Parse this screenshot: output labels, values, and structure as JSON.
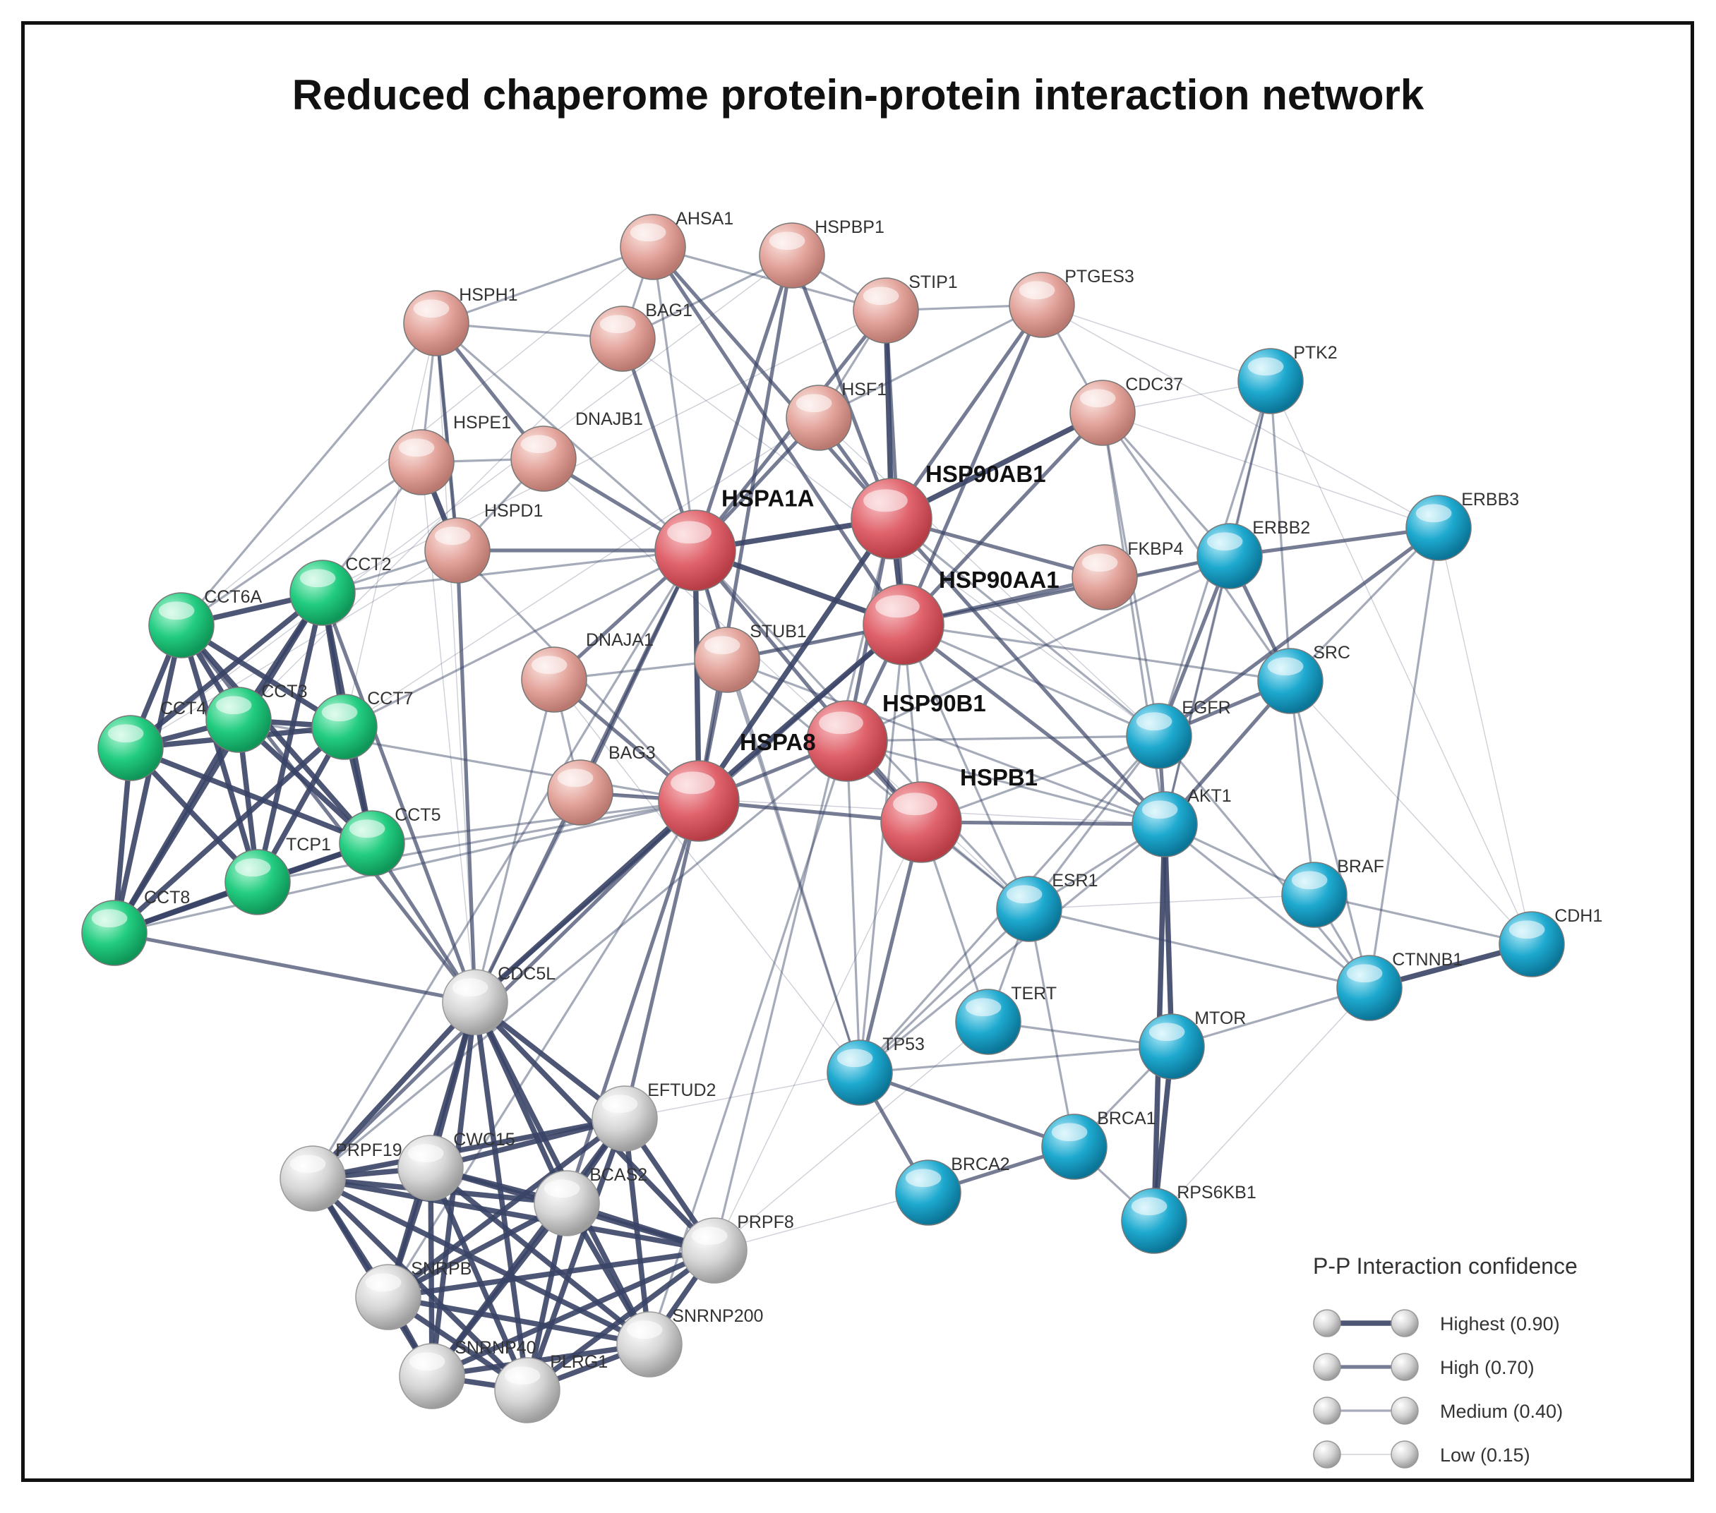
{
  "title": "Reduced chaperome protein-protein interaction network",
  "colors": {
    "pink": "#e3a49c",
    "red": "#e0636c",
    "green": "#22cc80",
    "cyan": "#1ea9cf",
    "grey": "#d6d6d6",
    "edge": "#3a4466"
  },
  "nodes": [
    {
      "id": "AHSA1",
      "group": "pink",
      "hub": false
    },
    {
      "id": "HSPBP1",
      "group": "pink",
      "hub": false
    },
    {
      "id": "STIP1",
      "group": "pink",
      "hub": false
    },
    {
      "id": "PTGES3",
      "group": "pink",
      "hub": false
    },
    {
      "id": "HSPH1",
      "group": "pink",
      "hub": false
    },
    {
      "id": "BAG1",
      "group": "pink",
      "hub": false
    },
    {
      "id": "HSF1",
      "group": "pink",
      "hub": false
    },
    {
      "id": "CDC37",
      "group": "pink",
      "hub": false
    },
    {
      "id": "HSPE1",
      "group": "pink",
      "hub": false
    },
    {
      "id": "DNAJB1",
      "group": "pink",
      "hub": false
    },
    {
      "id": "HSPD1",
      "group": "pink",
      "hub": false
    },
    {
      "id": "DNAJA1",
      "group": "pink",
      "hub": false
    },
    {
      "id": "STUB1",
      "group": "pink",
      "hub": false
    },
    {
      "id": "BAG3",
      "group": "pink",
      "hub": false
    },
    {
      "id": "FKBP4",
      "group": "pink",
      "hub": false
    },
    {
      "id": "HSPA1A",
      "group": "red",
      "hub": true
    },
    {
      "id": "HSP90AB1",
      "group": "red",
      "hub": true
    },
    {
      "id": "HSP90AA1",
      "group": "red",
      "hub": true
    },
    {
      "id": "HSP90B1",
      "group": "red",
      "hub": true
    },
    {
      "id": "HSPA8",
      "group": "red",
      "hub": true
    },
    {
      "id": "HSPB1",
      "group": "red",
      "hub": true
    },
    {
      "id": "CCT6A",
      "group": "green",
      "hub": false
    },
    {
      "id": "CCT2",
      "group": "green",
      "hub": false
    },
    {
      "id": "CCT3",
      "group": "green",
      "hub": false
    },
    {
      "id": "CCT7",
      "group": "green",
      "hub": false
    },
    {
      "id": "CCT4",
      "group": "green",
      "hub": false
    },
    {
      "id": "CCT5",
      "group": "green",
      "hub": false
    },
    {
      "id": "TCP1",
      "group": "green",
      "hub": false
    },
    {
      "id": "CCT8",
      "group": "green",
      "hub": false
    },
    {
      "id": "PTK2",
      "group": "cyan",
      "hub": false
    },
    {
      "id": "ERBB3",
      "group": "cyan",
      "hub": false
    },
    {
      "id": "ERBB2",
      "group": "cyan",
      "hub": false
    },
    {
      "id": "SRC",
      "group": "cyan",
      "hub": false
    },
    {
      "id": "EGFR",
      "group": "cyan",
      "hub": false
    },
    {
      "id": "AKT1",
      "group": "cyan",
      "hub": false
    },
    {
      "id": "ESR1",
      "group": "cyan",
      "hub": false
    },
    {
      "id": "BRAF",
      "group": "cyan",
      "hub": false
    },
    {
      "id": "CDH1",
      "group": "cyan",
      "hub": false
    },
    {
      "id": "CTNNB1",
      "group": "cyan",
      "hub": false
    },
    {
      "id": "TERT",
      "group": "cyan",
      "hub": false
    },
    {
      "id": "MTOR",
      "group": "cyan",
      "hub": false
    },
    {
      "id": "TP53",
      "group": "cyan",
      "hub": false
    },
    {
      "id": "BRCA1",
      "group": "cyan",
      "hub": false
    },
    {
      "id": "BRCA2",
      "group": "cyan",
      "hub": false
    },
    {
      "id": "RPS6KB1",
      "group": "cyan",
      "hub": false
    },
    {
      "id": "CDC5L",
      "group": "grey",
      "hub": false
    },
    {
      "id": "EFTUD2",
      "group": "grey",
      "hub": false
    },
    {
      "id": "PRPF19",
      "group": "grey",
      "hub": false
    },
    {
      "id": "CWC15",
      "group": "grey",
      "hub": false
    },
    {
      "id": "BCAS2",
      "group": "grey",
      "hub": false
    },
    {
      "id": "PRPF8",
      "group": "grey",
      "hub": false
    },
    {
      "id": "SNRPB",
      "group": "grey",
      "hub": false
    },
    {
      "id": "SNRNP200",
      "group": "grey",
      "hub": false
    },
    {
      "id": "SNRNP40",
      "group": "grey",
      "hub": false
    },
    {
      "id": "PLRG1",
      "group": "grey",
      "hub": false
    }
  ],
  "edges": [
    [
      "HSPA1A",
      "HSP90AB1",
      3
    ],
    [
      "HSPA1A",
      "HSP90AA1",
      3
    ],
    [
      "HSPA1A",
      "HSPA8",
      3
    ],
    [
      "HSPA1A",
      "STIP1",
      2
    ],
    [
      "HSPA1A",
      "BAG1",
      2
    ],
    [
      "HSPA1A",
      "HSF1",
      2
    ],
    [
      "HSPA1A",
      "STUB1",
      2
    ],
    [
      "HSPA1A",
      "DNAJB1",
      2
    ],
    [
      "HSPA1A",
      "HSPH1",
      1
    ],
    [
      "HSPA1A",
      "HSPD1",
      2
    ],
    [
      "HSPA1A",
      "BAG3",
      2
    ],
    [
      "HSPA1A",
      "DNAJA1",
      2
    ],
    [
      "HSPA1A",
      "HSPBP1",
      2
    ],
    [
      "HSPA1A",
      "AHSA1",
      1
    ],
    [
      "HSPA1A",
      "HSPB1",
      2
    ],
    [
      "HSPA1A",
      "CDC5L",
      2
    ],
    [
      "HSP90AB1",
      "HSP90AA1",
      3
    ],
    [
      "HSP90AB1",
      "STIP1",
      3
    ],
    [
      "HSP90AB1",
      "PTGES3",
      2
    ],
    [
      "HSP90AB1",
      "CDC37",
      3
    ],
    [
      "HSP90AB1",
      "AHSA1",
      2
    ],
    [
      "HSP90AB1",
      "HSF1",
      2
    ],
    [
      "HSP90AB1",
      "HSPA8",
      3
    ],
    [
      "HSP90AB1",
      "FKBP4",
      2
    ],
    [
      "HSP90AB1",
      "HSP90B1",
      2
    ],
    [
      "HSP90AB1",
      "AKT1",
      2
    ],
    [
      "HSP90AB1",
      "EGFR",
      1
    ],
    [
      "HSP90AB1",
      "HSPBP1",
      2
    ],
    [
      "HSP90AA1",
      "STIP1",
      2
    ],
    [
      "HSP90AA1",
      "CDC37",
      2
    ],
    [
      "HSP90AA1",
      "PTGES3",
      2
    ],
    [
      "HSP90AA1",
      "FKBP4",
      2
    ],
    [
      "HSP90AA1",
      "HSPA8",
      3
    ],
    [
      "HSP90AA1",
      "HSP90B1",
      2
    ],
    [
      "HSP90AA1",
      "AKT1",
      2
    ],
    [
      "HSP90AA1",
      "ERBB2",
      2
    ],
    [
      "HSP90AA1",
      "SRC",
      1
    ],
    [
      "HSP90AA1",
      "EGFR",
      1
    ],
    [
      "HSP90AA1",
      "TP53",
      1
    ],
    [
      "HSP90AA1",
      "ESR1",
      1
    ],
    [
      "HSP90AA1",
      "STUB1",
      2
    ],
    [
      "HSP90AA1",
      "AHSA1",
      2
    ],
    [
      "HSP90AA1",
      "HSPB1",
      1
    ],
    [
      "HSP90AA1",
      "CDC5L",
      2
    ],
    [
      "HSPA8",
      "HSPB1",
      2
    ],
    [
      "HSPA8",
      "BAG3",
      2
    ],
    [
      "HSPA8",
      "STUB1",
      2
    ],
    [
      "HSPA8",
      "HSP90B1",
      2
    ],
    [
      "HSPA8",
      "CDC5L",
      3
    ],
    [
      "HSPA8",
      "BCAS2",
      2
    ],
    [
      "HSPA8",
      "DNAJA1",
      2
    ],
    [
      "HSPA8",
      "HSPD1",
      1
    ],
    [
      "HSPA8",
      "EFTUD2",
      2
    ],
    [
      "HSPA8",
      "PRPF19",
      2
    ],
    [
      "HSPA8",
      "HSPBP1",
      2
    ],
    [
      "HSPB1",
      "HSP90B1",
      2
    ],
    [
      "HSPB1",
      "AKT1",
      2
    ],
    [
      "HSPB1",
      "TP53",
      2
    ],
    [
      "HSPB1",
      "ESR1",
      1
    ],
    [
      "HSPB1",
      "EGFR",
      1
    ],
    [
      "HSPB1",
      "TERT",
      1
    ],
    [
      "HSPD1",
      "HSPE1",
      3
    ],
    [
      "HSPD1",
      "CCT2",
      1
    ],
    [
      "HSPD1",
      "CDC5L",
      2
    ],
    [
      "HSPD1",
      "HSPH1",
      1
    ],
    [
      "HSPE1",
      "CCT6A",
      1
    ],
    [
      "HSPE1",
      "HSPH1",
      1
    ],
    [
      "HSPE1",
      "CCT2",
      1
    ],
    [
      "HSPH1",
      "BAG1",
      1
    ],
    [
      "HSPH1",
      "DNAJB1",
      2
    ],
    [
      "HSPH1",
      "HSPD1",
      2
    ],
    [
      "STIP1",
      "HSF1",
      1
    ],
    [
      "STIP1",
      "PTGES3",
      1
    ],
    [
      "STIP1",
      "AHSA1",
      1
    ],
    [
      "CDC37",
      "AKT1",
      1
    ],
    [
      "CDC37",
      "ERBB2",
      1
    ],
    [
      "CDC37",
      "EGFR",
      1
    ],
    [
      "CDC37",
      "SRC",
      1
    ],
    [
      "CCT6A",
      "CCT2",
      3
    ],
    [
      "CCT6A",
      "CCT3",
      3
    ],
    [
      "CCT6A",
      "CCT4",
      3
    ],
    [
      "CCT6A",
      "CCT7",
      3
    ],
    [
      "CCT6A",
      "CCT5",
      3
    ],
    [
      "CCT6A",
      "TCP1",
      3
    ],
    [
      "CCT6A",
      "CCT8",
      3
    ],
    [
      "CCT2",
      "CCT3",
      3
    ],
    [
      "CCT2",
      "CCT4",
      3
    ],
    [
      "CCT2",
      "CCT7",
      3
    ],
    [
      "CCT2",
      "CCT5",
      3
    ],
    [
      "CCT2",
      "TCP1",
      3
    ],
    [
      "CCT2",
      "CCT8",
      3
    ],
    [
      "CCT3",
      "CCT4",
      3
    ],
    [
      "CCT3",
      "CCT7",
      3
    ],
    [
      "CCT3",
      "CCT5",
      3
    ],
    [
      "CCT3",
      "TCP1",
      3
    ],
    [
      "CCT3",
      "CCT8",
      3
    ],
    [
      "CCT7",
      "CCT4",
      3
    ],
    [
      "CCT7",
      "CCT5",
      3
    ],
    [
      "CCT7",
      "TCP1",
      3
    ],
    [
      "CCT7",
      "CCT8",
      3
    ],
    [
      "CCT4",
      "CCT5",
      3
    ],
    [
      "CCT4",
      "TCP1",
      3
    ],
    [
      "CCT4",
      "CCT8",
      3
    ],
    [
      "CCT5",
      "TCP1",
      3
    ],
    [
      "CCT5",
      "CCT8",
      3
    ],
    [
      "TCP1",
      "CCT8",
      3
    ],
    [
      "CCT6A",
      "CDC5L",
      2
    ],
    [
      "CCT2",
      "CDC5L",
      2
    ],
    [
      "CCT8",
      "CDC5L",
      2
    ],
    [
      "CCT5",
      "CDC5L",
      2
    ],
    [
      "CCT7",
      "HSPA1A",
      1
    ],
    [
      "CCT2",
      "HSPA1A",
      1
    ],
    [
      "CCT3",
      "HSPA8",
      1
    ],
    [
      "CCT5",
      "HSPA8",
      1
    ],
    [
      "PTK2",
      "ERBB2",
      1
    ],
    [
      "PTK2",
      "SRC",
      1
    ],
    [
      "PTK2",
      "EGFR",
      1
    ],
    [
      "PTK2",
      "AKT1",
      1
    ],
    [
      "ERBB3",
      "ERBB2",
      2
    ],
    [
      "ERBB3",
      "EGFR",
      2
    ],
    [
      "ERBB3",
      "SRC",
      1
    ],
    [
      "ERBB3",
      "CTNNB1",
      1
    ],
    [
      "ERBB2",
      "EGFR",
      2
    ],
    [
      "ERBB2",
      "SRC",
      2
    ],
    [
      "ERBB2",
      "AKT1",
      1
    ],
    [
      "SRC",
      "EGFR",
      2
    ],
    [
      "SRC",
      "AKT1",
      2
    ],
    [
      "SRC",
      "CTNNB1",
      1
    ],
    [
      "SRC",
      "BRAF",
      1
    ],
    [
      "EGFR",
      "AKT1",
      2
    ],
    [
      "EGFR",
      "ESR1",
      1
    ],
    [
      "EGFR",
      "CTNNB1",
      1
    ],
    [
      "EGFR",
      "TP53",
      1
    ],
    [
      "AKT1",
      "MTOR",
      3
    ],
    [
      "AKT1",
      "RPS6KB1",
      3
    ],
    [
      "AKT1",
      "ESR1",
      1
    ],
    [
      "AKT1",
      "TP53",
      1
    ],
    [
      "AKT1",
      "BRAF",
      1
    ],
    [
      "AKT1",
      "CTNNB1",
      1
    ],
    [
      "CTNNB1",
      "CDH1",
      3
    ],
    [
      "CTNNB1",
      "BRAF",
      1
    ],
    [
      "BRAF",
      "CDH1",
      1
    ],
    [
      "MTOR",
      "RPS6KB1",
      3
    ],
    [
      "MTOR",
      "BRCA1",
      1
    ],
    [
      "MTOR",
      "TERT",
      1
    ],
    [
      "TP53",
      "BRCA1",
      2
    ],
    [
      "TP53",
      "BRCA2",
      2
    ],
    [
      "TP53",
      "MTOR",
      1
    ],
    [
      "TP53",
      "ESR1",
      1
    ],
    [
      "BRCA1",
      "BRCA2",
      2
    ],
    [
      "BRCA1",
      "RPS6KB1",
      1
    ],
    [
      "BRCA1",
      "ESR1",
      1
    ],
    [
      "TERT",
      "ESR1",
      1
    ],
    [
      "CDC5L",
      "EFTUD2",
      3
    ],
    [
      "CDC5L",
      "PRPF19",
      3
    ],
    [
      "CDC5L",
      "CWC15",
      3
    ],
    [
      "CDC5L",
      "BCAS2",
      3
    ],
    [
      "CDC5L",
      "PRPF8",
      3
    ],
    [
      "CDC5L",
      "SNRPB",
      3
    ],
    [
      "CDC5L",
      "SNRNP200",
      3
    ],
    [
      "CDC5L",
      "SNRNP40",
      3
    ],
    [
      "CDC5L",
      "PLRG1",
      3
    ],
    [
      "EFTUD2",
      "PRPF19",
      3
    ],
    [
      "EFTUD2",
      "CWC15",
      3
    ],
    [
      "EFTUD2",
      "BCAS2",
      3
    ],
    [
      "EFTUD2",
      "PRPF8",
      3
    ],
    [
      "EFTUD2",
      "SNRPB",
      3
    ],
    [
      "EFTUD2",
      "SNRNP200",
      3
    ],
    [
      "EFTUD2",
      "SNRNP40",
      3
    ],
    [
      "EFTUD2",
      "PLRG1",
      3
    ],
    [
      "PRPF19",
      "CWC15",
      3
    ],
    [
      "PRPF19",
      "BCAS2",
      3
    ],
    [
      "PRPF19",
      "PRPF8",
      3
    ],
    [
      "PRPF19",
      "SNRPB",
      3
    ],
    [
      "PRPF19",
      "SNRNP200",
      3
    ],
    [
      "PRPF19",
      "SNRNP40",
      3
    ],
    [
      "PRPF19",
      "PLRG1",
      3
    ],
    [
      "CWC15",
      "BCAS2",
      3
    ],
    [
      "CWC15",
      "PRPF8",
      3
    ],
    [
      "CWC15",
      "SNRPB",
      3
    ],
    [
      "CWC15",
      "SNRNP200",
      3
    ],
    [
      "CWC15",
      "SNRNP40",
      3
    ],
    [
      "CWC15",
      "PLRG1",
      3
    ],
    [
      "BCAS2",
      "PRPF8",
      3
    ],
    [
      "BCAS2",
      "SNRPB",
      3
    ],
    [
      "BCAS2",
      "SNRNP200",
      3
    ],
    [
      "BCAS2",
      "SNRNP40",
      3
    ],
    [
      "BCAS2",
      "PLRG1",
      3
    ],
    [
      "PRPF8",
      "SNRPB",
      3
    ],
    [
      "PRPF8",
      "SNRNP200",
      3
    ],
    [
      "PRPF8",
      "SNRNP40",
      3
    ],
    [
      "PRPF8",
      "PLRG1",
      3
    ],
    [
      "SNRPB",
      "SNRNP200",
      3
    ],
    [
      "SNRPB",
      "SNRNP40",
      3
    ],
    [
      "SNRPB",
      "PLRG1",
      3
    ],
    [
      "SNRNP200",
      "SNRNP40",
      3
    ],
    [
      "SNRNP200",
      "PLRG1",
      3
    ],
    [
      "SNRNP40",
      "PLRG1",
      3
    ],
    [
      "HSP90B1",
      "PRPF19",
      1
    ],
    [
      "HSP90B1",
      "SNRNP200",
      1
    ],
    [
      "HSP90B1",
      "TP53",
      1
    ],
    [
      "HSPB1",
      "PRPF8",
      0
    ],
    [
      "HSPA8",
      "SNRPB",
      1
    ],
    [
      "HSPA1A",
      "PRPF19",
      1
    ],
    [
      "HSP90AB1",
      "PRPF8",
      1
    ],
    [
      "HSPH1",
      "CCT7",
      0
    ],
    [
      "BAG1",
      "CCT3",
      0
    ],
    [
      "AHSA1",
      "CCT6A",
      0
    ],
    [
      "HSPBP1",
      "CCT4",
      0
    ],
    [
      "STIP1",
      "CCT2",
      0
    ],
    [
      "HSF1",
      "CCT7",
      0
    ],
    [
      "PTGES3",
      "PTK2",
      0
    ],
    [
      "CDC37",
      "PTK2",
      0
    ],
    [
      "PTGES3",
      "ERBB3",
      0
    ],
    [
      "CDC37",
      "ERBB3",
      0
    ],
    [
      "HSF1",
      "EGFR",
      0
    ],
    [
      "STUB1",
      "AKT1",
      1
    ],
    [
      "STUB1",
      "ERBB2",
      0
    ],
    [
      "STUB1",
      "ESR1",
      1
    ],
    [
      "STUB1",
      "TP53",
      1
    ],
    [
      "DNAJA1",
      "TP53",
      0
    ],
    [
      "BAG3",
      "AKT1",
      0
    ],
    [
      "BAG1",
      "EGFR",
      0
    ],
    [
      "DNAJB1",
      "ESR1",
      0
    ],
    [
      "HSPE1",
      "CDC5L",
      0
    ],
    [
      "HSPH1",
      "CDC5L",
      0
    ],
    [
      "DNAJA1",
      "CDC5L",
      1
    ],
    [
      "BAG3",
      "CDC5L",
      1
    ],
    [
      "CDH1",
      "SRC",
      0
    ],
    [
      "CDH1",
      "ERBB3",
      0
    ],
    [
      "CDH1",
      "PTK2",
      0
    ],
    [
      "TERT",
      "PRPF8",
      0
    ],
    [
      "BRCA2",
      "PRPF8",
      0
    ],
    [
      "RPS6KB1",
      "CTNNB1",
      0
    ],
    [
      "ESR1",
      "CTNNB1",
      1
    ],
    [
      "ESR1",
      "BRAF",
      0
    ],
    [
      "MTOR",
      "CTNNB1",
      1
    ],
    [
      "TP53",
      "PRPF19",
      0
    ],
    [
      "HSPA1A",
      "ESR1",
      1
    ],
    [
      "HSPA1A",
      "TP53",
      1
    ],
    [
      "HSP90B1",
      "EGFR",
      1
    ],
    [
      "HSP90B1",
      "ERBB2",
      1
    ],
    [
      "HSP90B1",
      "AKT1",
      1
    ],
    [
      "HSPBP1",
      "STIP1",
      1
    ],
    [
      "AHSA1",
      "BAG1",
      1
    ],
    [
      "AHSA1",
      "HSPH1",
      1
    ],
    [
      "HSPBP1",
      "BAG1",
      1
    ],
    [
      "PTGES3",
      "CDC37",
      1
    ],
    [
      "PTGES3",
      "HSF1",
      1
    ],
    [
      "DNAJB1",
      "HSPE1",
      1
    ],
    [
      "DNAJB1",
      "HSPD1",
      1
    ],
    [
      "DNAJA1",
      "STUB1",
      1
    ],
    [
      "DNAJA1",
      "BAG3",
      1
    ],
    [
      "CCT6A",
      "HSPH1",
      1
    ],
    [
      "CCT4",
      "HSPD1",
      0
    ],
    [
      "TCP1",
      "HSPA8",
      1
    ],
    [
      "CCT8",
      "HSPA8",
      1
    ]
  ],
  "legend": {
    "title": "P-P Interaction confidence",
    "items": [
      {
        "label": "Highest (0.90)",
        "level": 3
      },
      {
        "label": "High (0.70)",
        "level": 2
      },
      {
        "label": "Medium (0.40)",
        "level": 1
      },
      {
        "label": "Low (0.15)",
        "level": 0
      }
    ]
  }
}
